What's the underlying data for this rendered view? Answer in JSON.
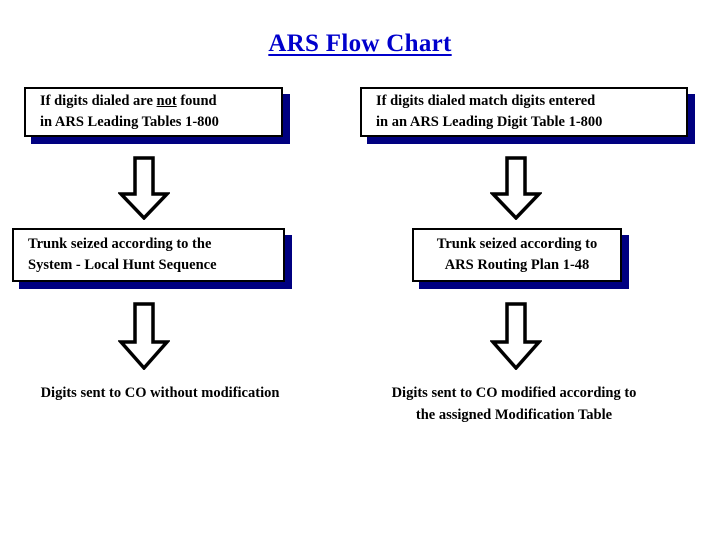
{
  "title": "ARS Flow Chart",
  "colors": {
    "title": "#0000cc",
    "box_border": "#000000",
    "box_fill": "#ffffff",
    "box_shadow": "#000080",
    "arrow_stroke": "#000000",
    "arrow_fill": "#ffffff",
    "background": "#ffffff",
    "text": "#000000"
  },
  "branches": {
    "left": {
      "condition_box": {
        "line1_before": "If digits dialed are ",
        "line1_emphasis": "not",
        "line1_after": " found",
        "line2": "in ARS Leading Tables 1-800"
      },
      "arrow_1": "down-arrow",
      "action_box": {
        "line1": "Trunk seized according to the",
        "line2": "System - Local Hunt Sequence"
      },
      "arrow_2": "down-arrow",
      "result_text": {
        "line1": "Digits sent to CO without modification"
      }
    },
    "right": {
      "condition_box": {
        "line1": "If digits dialed match digits entered",
        "line2": "in an ARS Leading Digit Table 1-800"
      },
      "arrow_1": "down-arrow",
      "action_box": {
        "line1": "Trunk seized according to",
        "line2": "ARS Routing Plan 1-48"
      },
      "arrow_2": "down-arrow",
      "result_text": {
        "line1": "Digits sent to CO modified according to",
        "line2": "the assigned Modification Table"
      }
    }
  }
}
